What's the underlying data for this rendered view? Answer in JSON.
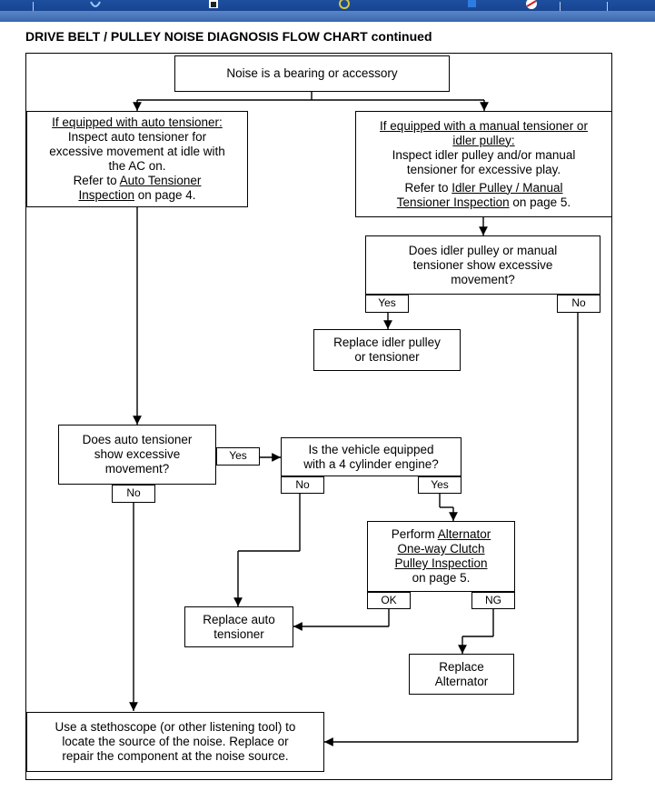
{
  "title": "DRIVE BELT / PULLEY NOISE DIAGNOSIS FLOW CHART continued",
  "nodes": {
    "start": "Noise is a bearing or accessory",
    "auto": {
      "heading": "If equipped with auto tensioner:",
      "line1": "Inspect auto tensioner for",
      "line2": "excessive movement at idle with",
      "line3": "the AC on.",
      "ref_prefix": "Refer to ",
      "ref_link_a": "Auto Tensioner",
      "ref_link_b": "Inspection",
      "ref_suffix": " on page 4."
    },
    "manual": {
      "heading_a": "If equipped with a manual tensioner or",
      "heading_b": "idler pulley:",
      "line1": "Inspect idler pulley and/or manual",
      "line2": "tensioner for excessive play.",
      "ref_prefix": "Refer to ",
      "ref_link_a": "Idler Pulley / Manual",
      "ref_link_b": "Tensioner Inspection",
      "ref_suffix": " on page 5."
    },
    "idler_q": {
      "line1": "Does idler pulley or manual",
      "line2": "tensioner show excessive",
      "line3": "movement?"
    },
    "replace_idler": {
      "line1": "Replace idler pulley",
      "line2": "or tensioner"
    },
    "auto_q": {
      "line1": "Does auto tensioner",
      "line2": "show excessive",
      "line3": "movement?"
    },
    "cyl_q": {
      "line1": "Is the vehicle equipped",
      "line2": "with a 4 cylinder engine?"
    },
    "alt": {
      "prefix": "Perform ",
      "link_a": "Alternator",
      "link_b": "One-way Clutch",
      "link_c": "Pulley Inspection",
      "suffix": "on page 5."
    },
    "replace_auto": {
      "line1": "Replace auto",
      "line2": "tensioner"
    },
    "replace_alt": {
      "line1": "Replace",
      "line2": "Alternator"
    },
    "steth": {
      "line1": "Use a stethoscope (or other listening tool) to",
      "line2": "locate the source of the noise. Replace or",
      "line3": "repair the component at the noise source."
    }
  },
  "tags": {
    "idler_yes": "Yes",
    "idler_no": "No",
    "auto_yes": "Yes",
    "auto_no": "No",
    "cyl_no": "No",
    "cyl_yes": "Yes",
    "alt_ok": "OK",
    "alt_ng": "NG"
  }
}
